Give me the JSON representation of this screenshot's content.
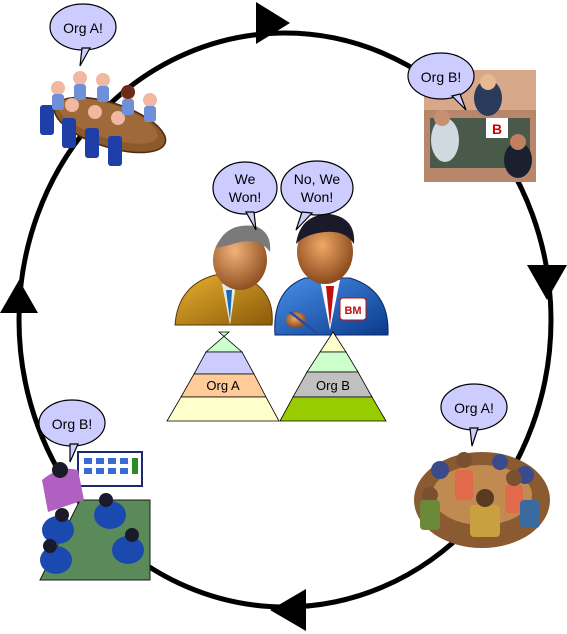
{
  "bubbles": {
    "top_left": "Org A!",
    "top_right": "Org B!",
    "bottom_right": "Org A!",
    "bottom_left": "Org B!",
    "center_left": [
      "We",
      "Won!"
    ],
    "center_right": [
      "No, We",
      "Won!"
    ]
  },
  "pyramids": {
    "left": {
      "label": "Org A",
      "colors": [
        "#ccffcc",
        "#ccccff",
        "#ffcc99",
        "#ffffcc"
      ]
    },
    "right": {
      "label": "Org B",
      "colors": [
        "#ffffcc",
        "#ccffcc",
        "#c0c0c0",
        "#99cc00"
      ]
    }
  },
  "badge": "BM",
  "sign_letter": "B",
  "colors": {
    "bubble_fill": "#ccccff",
    "cycle_stroke": "#000000",
    "skin": "#c8733a",
    "suit_left": "#b8860b",
    "suit_right": "#1a5fb4"
  },
  "icons": [
    "cycle-arrow-icon",
    "meeting-clipart-icon",
    "businessman-icon"
  ]
}
